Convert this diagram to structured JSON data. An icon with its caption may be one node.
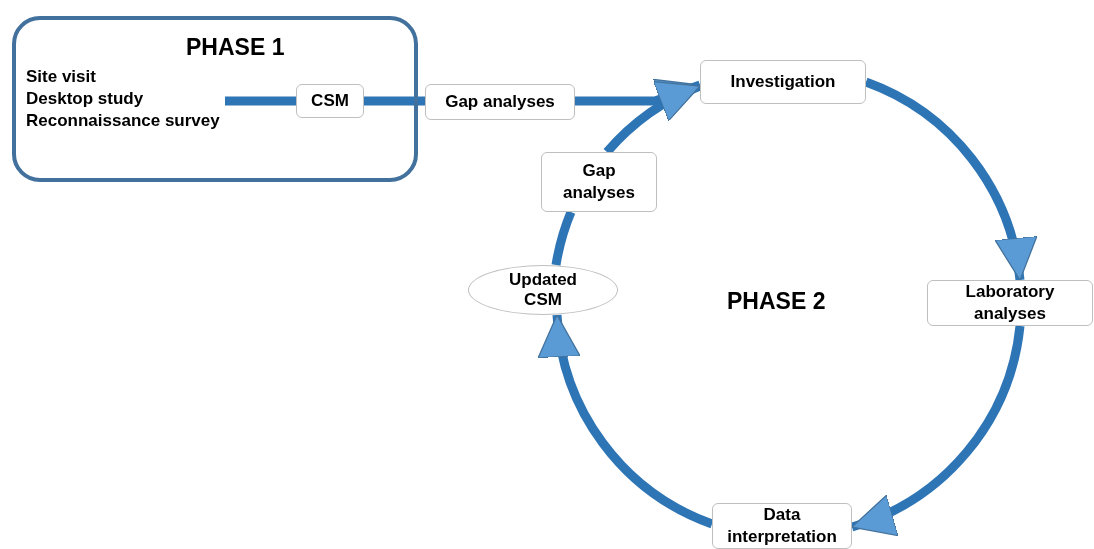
{
  "diagram": {
    "nodes": [
      {
        "text": [
          "PHASE 1",
          "Site visit",
          "Desktop study",
          "Reconnaissance survey"
        ]
      },
      {
        "text": [
          "CSM"
        ],
        "in": 0
      },
      {
        "text": [
          "Gap analyses"
        ]
      },
      {
        "text": [
          "Investigation"
        ]
      },
      {
        "text": [
          "Laboratory analyses"
        ]
      },
      {
        "text": [
          "Data interpretation"
        ]
      },
      {
        "text": [
          "Updated CSM"
        ]
      },
      {
        "text": [
          "Gap analyses"
        ]
      }
    ],
    "edges": [
      {
        "from": null,
        "to": 1,
        "arrow": "none"
      },
      {
        "from": 1,
        "to": 2,
        "arrow": "none"
      },
      {
        "from": 2,
        "to": 3,
        "arrow": "to"
      },
      {
        "from": 3,
        "to": 4,
        "arrow": "to"
      },
      {
        "from": 4,
        "to": 5,
        "arrow": "to"
      },
      {
        "from": 5,
        "to": 6,
        "arrow": "to"
      },
      {
        "from": 6,
        "to": 7,
        "arrow": "none"
      },
      {
        "from": 7,
        "to": 3,
        "arrow": "to"
      }
    ],
    "labels": [
      "PHASE 2"
    ]
  }
}
